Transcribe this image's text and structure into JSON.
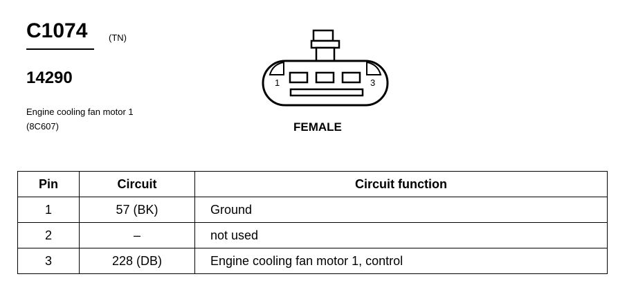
{
  "connector": {
    "id": "C1074",
    "color_code": "(TN)",
    "part_number": "14290",
    "description_line1": "Engine cooling fan motor 1",
    "description_line2": "(8C607)",
    "gender": "FEMALE",
    "pin_label_left": "1",
    "pin_label_right": "3"
  },
  "table": {
    "headers": [
      "Pin",
      "Circuit",
      "Circuit function"
    ],
    "rows": [
      {
        "pin": "1",
        "circuit": "57 (BK)",
        "function": "Ground"
      },
      {
        "pin": "2",
        "circuit": "–",
        "function": "not used"
      },
      {
        "pin": "3",
        "circuit": "228 (DB)",
        "function": "Engine cooling fan motor 1, control"
      }
    ]
  }
}
